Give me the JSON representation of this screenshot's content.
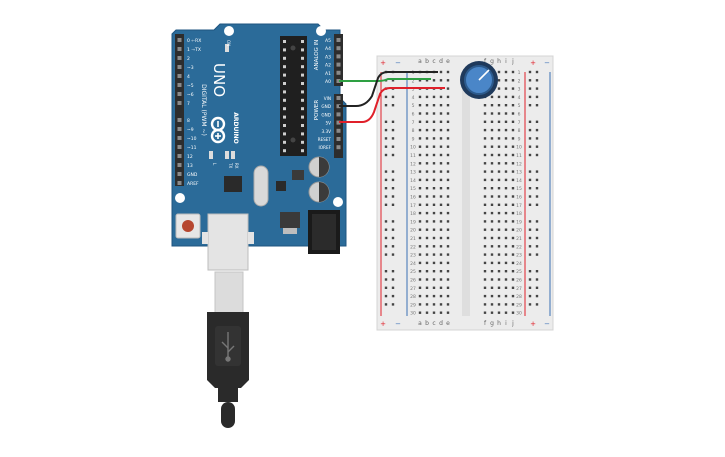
{
  "arduino": {
    "model": "UNO",
    "brand": "ARDUINO",
    "digital_label": "DIGITAL (PWM ~)",
    "analog_label": "ANALOG IN",
    "power_label": "POWER",
    "on_label": "ON",
    "tx_label": "TX",
    "rx_label": "RX",
    "l_label": "L",
    "digital_pins": [
      "0 ⇽RX",
      "1 ⇾TX",
      "2",
      "~3",
      "4",
      "~5",
      "~6",
      "7",
      "8",
      "~9",
      "~10",
      "~11",
      "12",
      "13",
      "GND",
      "AREF"
    ],
    "analog_pins": [
      "A5",
      "A4",
      "A3",
      "A2",
      "A1",
      "A0"
    ],
    "power_pins": [
      "VIN",
      "GND",
      "GND",
      "5V",
      "3.3V",
      "RESET",
      "IOREF"
    ]
  },
  "breadboard": {
    "columns_left": [
      "a",
      "b",
      "c",
      "d",
      "e"
    ],
    "columns_right": [
      "f",
      "g",
      "h",
      "i",
      "j"
    ],
    "rows": 30,
    "plus_label": "+",
    "minus_label": "−"
  },
  "wires": [
    {
      "name": "signal-wire",
      "color": "#2ea043",
      "from": "A0",
      "to": "row 2"
    },
    {
      "name": "ground-wire",
      "color": "#222222",
      "from": "GND",
      "to": "row 1"
    },
    {
      "name": "power-wire",
      "color": "#e0202a",
      "from": "5V",
      "to": "row 3"
    }
  ],
  "colors": {
    "board": "#2b6b99",
    "board_dark": "#1f5580",
    "breadboard": "#ececec",
    "rail_red": "#e0202a",
    "rail_blue": "#3a6fb5",
    "pot_knob": "#4a86c8"
  }
}
